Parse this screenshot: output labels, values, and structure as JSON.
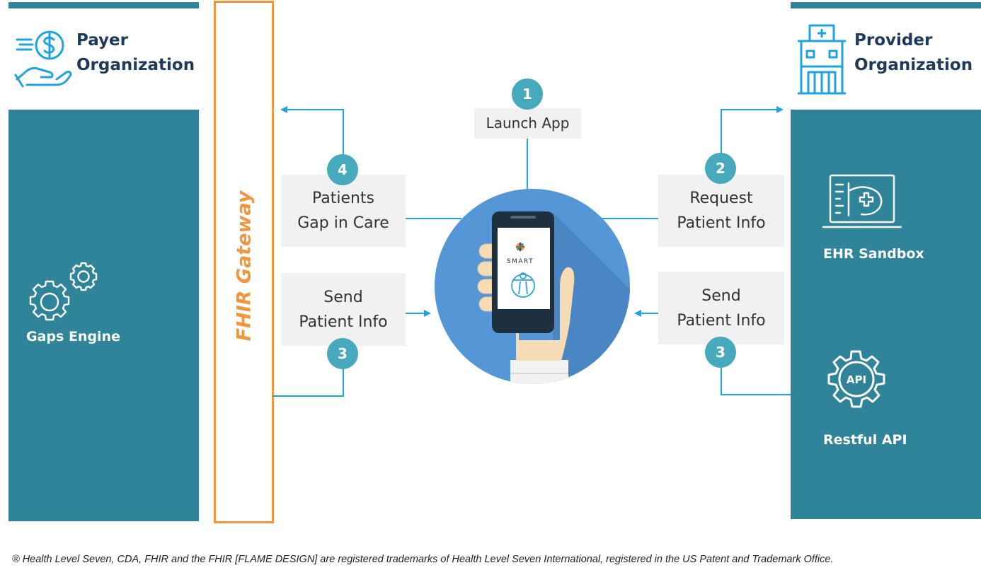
{
  "colors": {
    "panel": "#2f8499",
    "badge": "#47a9be",
    "arrow": "#1fa3e0",
    "gateway": "#f0963e",
    "title_dark": "#1d3a58",
    "box_bg": "#f1f1f1",
    "circle": "#5597d6"
  },
  "payer": {
    "title_line1": "Payer",
    "title_line2": "Organization",
    "icon": "dollar-hand-icon",
    "engine_label": "Gaps Engine",
    "engine_icon": "gears-icon"
  },
  "gateway": {
    "label": "FHIR Gateway"
  },
  "provider": {
    "title_line1": "Provider",
    "title_line2": "Organization",
    "icon": "hospital-icon",
    "ehr_label": "EHR Sandbox",
    "ehr_icon": "medical-monitor-icon",
    "api_label": "Restful API",
    "api_icon_text": "API"
  },
  "steps": {
    "launch": {
      "number": "1",
      "line1": "Launch App"
    },
    "request": {
      "number": "2",
      "line1": "Request",
      "line2": "Patient Info"
    },
    "send_left": {
      "number": "3",
      "line1": "Send",
      "line2": "Patient Info"
    },
    "send_right": {
      "number": "3",
      "line1": "Send",
      "line2": "Patient Info"
    },
    "gaps": {
      "number": "4",
      "line1": "Patients",
      "line2": "Gap in Care"
    }
  },
  "phone": {
    "app_logo_text": "SMART",
    "icon": "hand-holding-phone-icon"
  },
  "footnote": "® Health Level Seven, CDA, FHIR and the FHIR [FLAME DESIGN] are registered trademarks of Health Level Seven International, registered in the US Patent and Trademark Office."
}
